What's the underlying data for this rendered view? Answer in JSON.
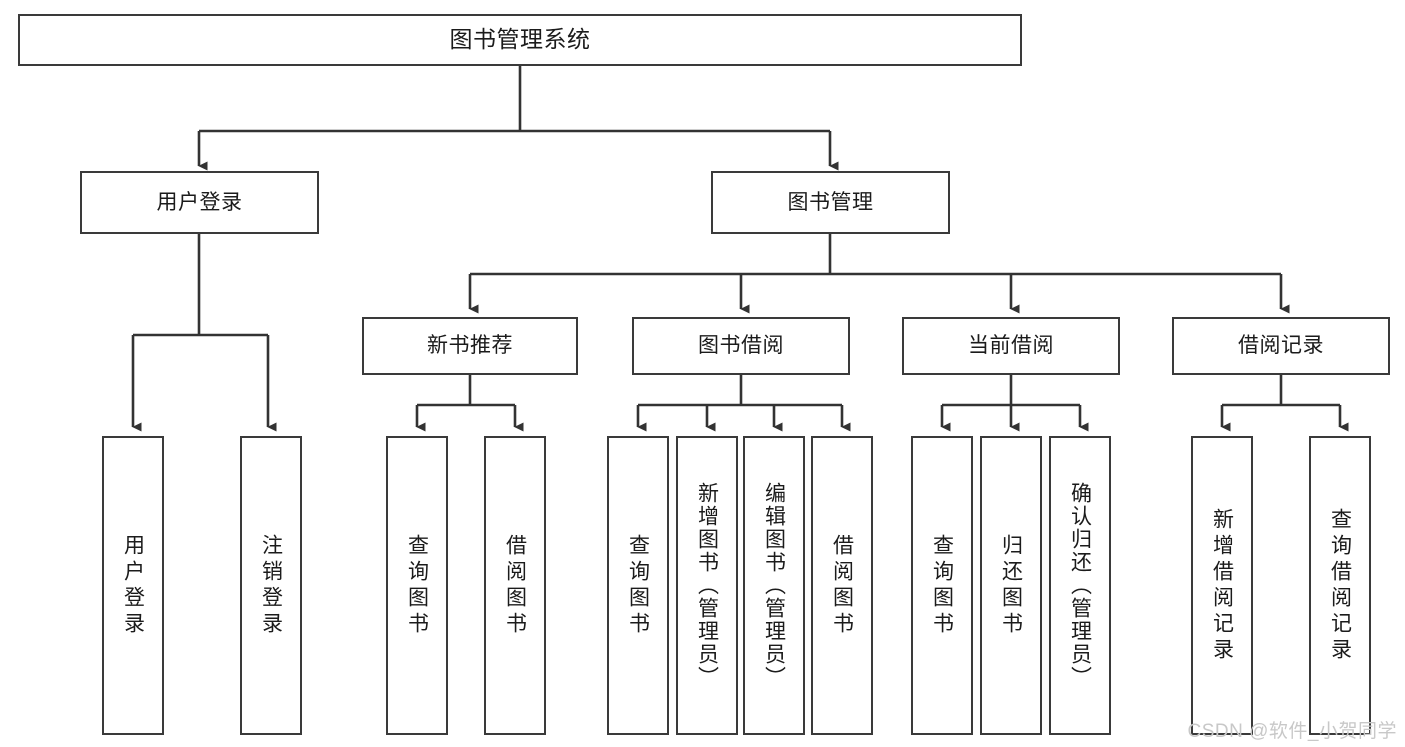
{
  "diagram": {
    "title": "图书管理系统",
    "type": "tree-hierarchy-chart",
    "watermark": "CSDN @软件_小贺同学",
    "colors": {
      "box_border": "#3a3a3a",
      "box_fill": "#ffffff",
      "edge": "#333333",
      "text": "#1b1b1b",
      "watermark": "#c8c8c8",
      "background": "#ffffff"
    },
    "root": {
      "label": "图书管理系统"
    },
    "level2": [
      {
        "label": "用户登录"
      },
      {
        "label": "图书管理"
      }
    ],
    "level3": [
      {
        "label": "新书推荐"
      },
      {
        "label": "图书借阅"
      },
      {
        "label": "当前借阅"
      },
      {
        "label": "借阅记录"
      }
    ],
    "leaves": {
      "user_login": [
        {
          "label": "用户登录"
        },
        {
          "label": "注销登录"
        }
      ],
      "new_book_recommend": [
        {
          "label": "查询图书"
        },
        {
          "label": "借阅图书"
        }
      ],
      "book_borrow": [
        {
          "label": "查询图书"
        },
        {
          "label": "新增图书（管理员）"
        },
        {
          "label": "编辑图书（管理员）"
        },
        {
          "label": "借阅图书"
        }
      ],
      "current_borrow": [
        {
          "label": "查询图书"
        },
        {
          "label": "归还图书"
        },
        {
          "label": "确认归还（管理员）"
        }
      ],
      "borrow_record": [
        {
          "label": "新增借阅记录"
        },
        {
          "label": "查询借阅记录"
        }
      ]
    }
  }
}
